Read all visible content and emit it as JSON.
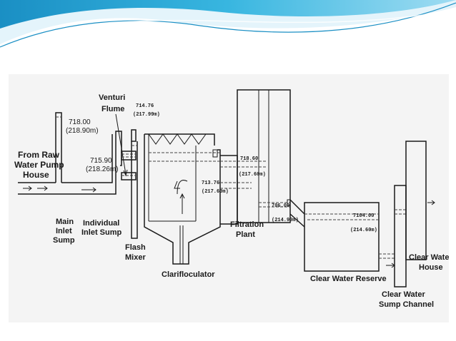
{
  "theme": {
    "banner_light": "#e4f4fb",
    "banner_mid": "#38b6e0",
    "banner_dark": "#1a8fc4",
    "panel_bg": "#f4f4f4",
    "line": "#1a1a1a"
  },
  "labels": {
    "raw_water_line1": "From Raw",
    "raw_water_line2": "Water Pump",
    "raw_water_line3": "House",
    "main_inlet_line1": "Main",
    "main_inlet_line2": "Inlet",
    "main_inlet_line3": "Sump",
    "individual_inlet_line1": "Individual",
    "individual_inlet_line2": "Inlet Sump",
    "venturi_line1": "Venturi",
    "venturi_line2": "Flume",
    "flash_mixer_line1": "Flash",
    "flash_mixer_line2": "Mixer",
    "clarifloculator": "Clarifloculator",
    "filtration_line1": "Filtration",
    "filtration_line2": "Plant",
    "clear_water_reserve": "Clear Water Reserve",
    "sump_channel_line1": "Clear Water",
    "sump_channel_line2": "Sump Channel",
    "clear_water_house_line1": "Clear Water",
    "clear_water_house_line2": "House"
  },
  "levels": {
    "main_sump_level": "718.00",
    "main_sump_rl": "(218.90m)",
    "individual_sump_level": "715.90",
    "individual_sump_rl": "(218.26m)",
    "venturi_level": "714.76",
    "venturi_rl": "(217.99m)",
    "filter_inlet_level": "718.60",
    "filter_inlet_rl": "(217.60m)",
    "filter_mid_level": "713.76",
    "filter_mid_rl": "(217.60m)",
    "filter_outlet_level": "706.00",
    "filter_outlet_rl": "(214.90m)",
    "reserve_level": "7104.00",
    "reserve_rl": "(214.60m)"
  }
}
